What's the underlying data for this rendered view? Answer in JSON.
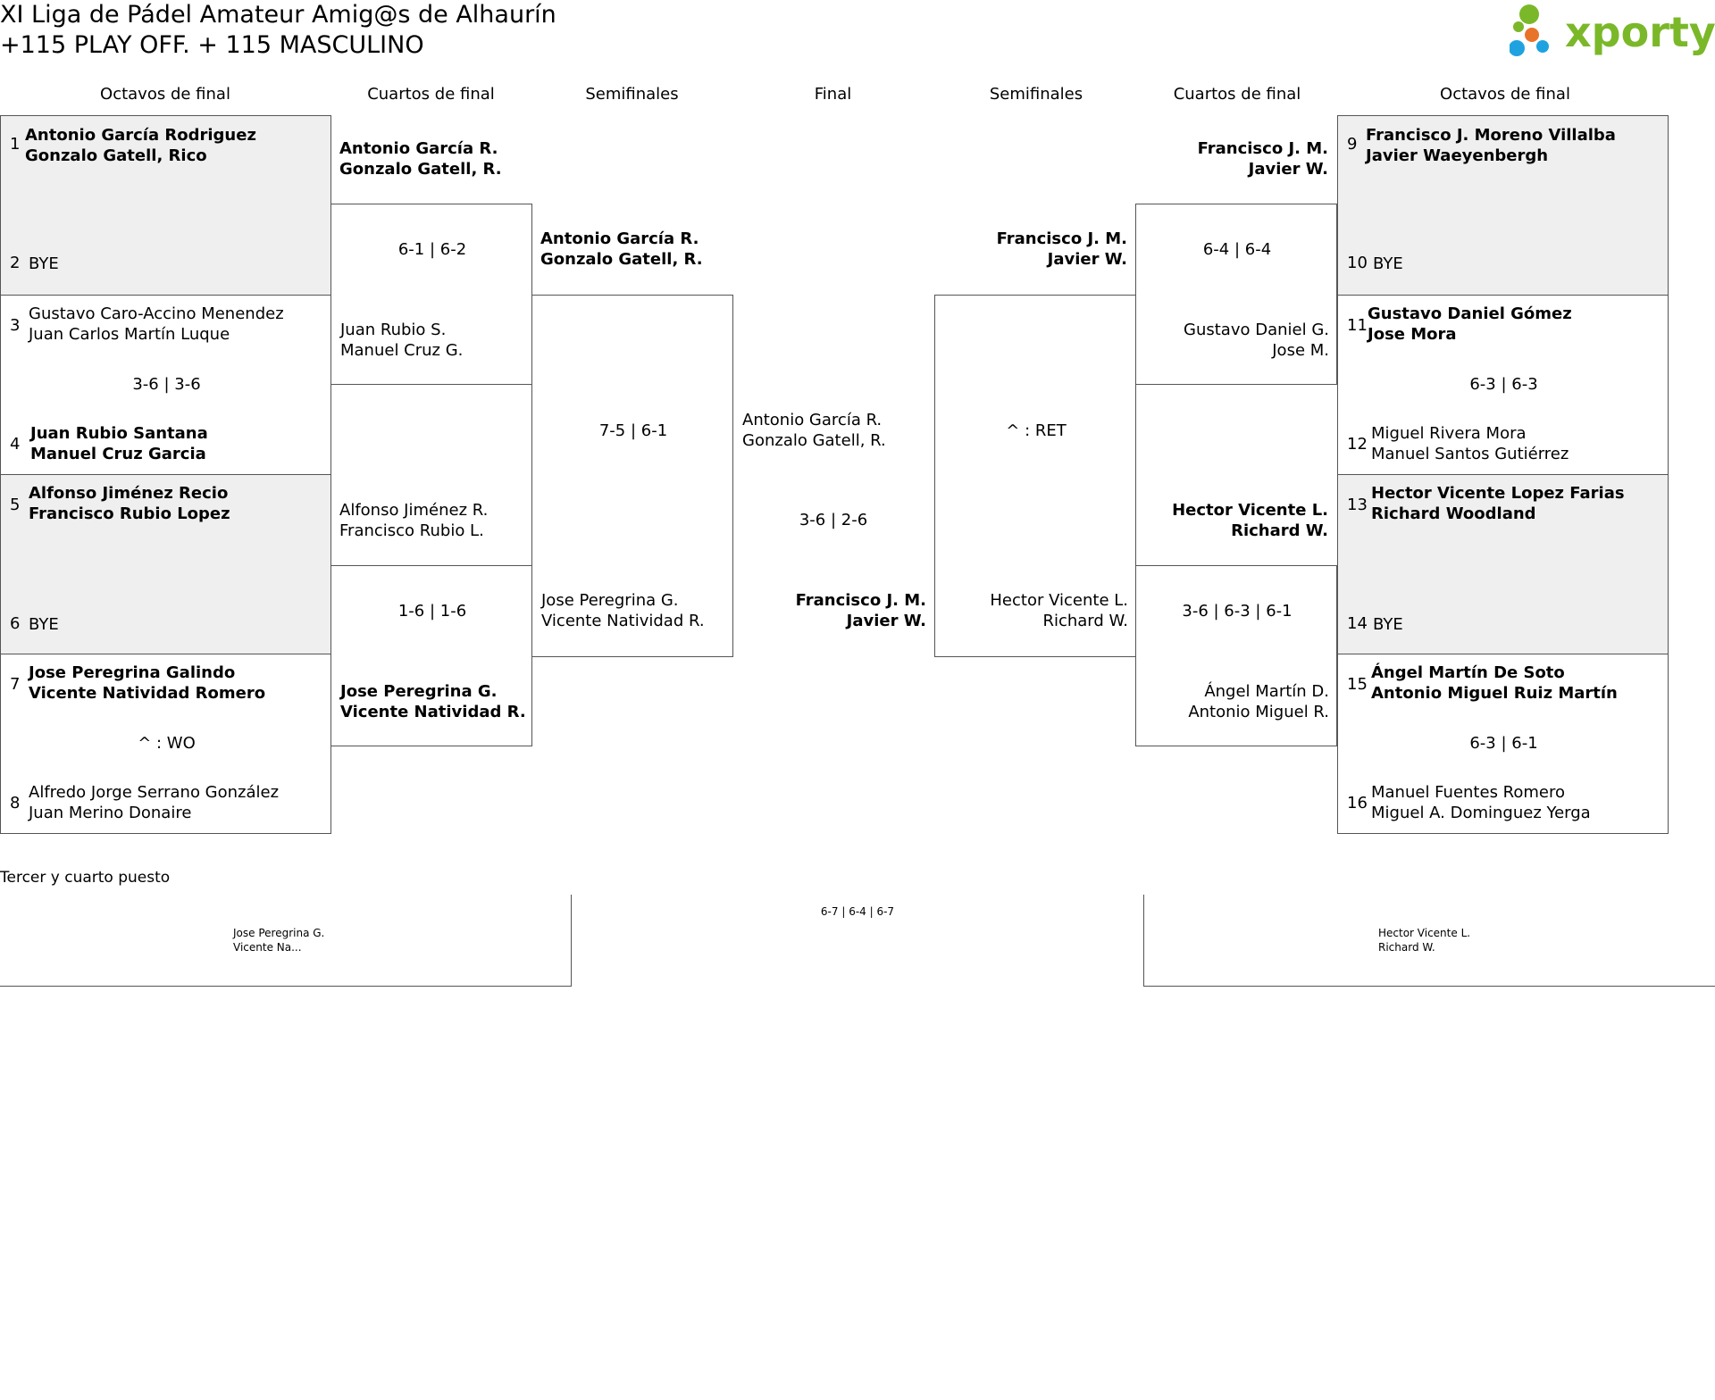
{
  "header": {
    "title_line1": "XI Liga de Pádel Amateur Amig@s de Alhaurín",
    "title_line2": "+115 PLAY OFF. + 115 MASCULINO",
    "logo_text": "xporty"
  },
  "rounds": {
    "left_r16": "Octavos de final",
    "left_qf": "Cuartos de final",
    "left_sf": "Semifinales",
    "final": "Final",
    "right_sf": "Semifinales",
    "right_qf": "Cuartos de final",
    "right_r16": "Octavos de final"
  },
  "r16_left": [
    {
      "seed_a": "1",
      "a1": "Antonio García Rodriguez",
      "a2": "Gonzalo Gatell, Rico",
      "seed_b": "2",
      "b1": "BYE",
      "b2": "",
      "score": ""
    },
    {
      "seed_a": "3",
      "a1": "Gustavo Caro-Accino Menendez",
      "a2": "Juan Carlos Martín Luque",
      "seed_b": "4",
      "b1": "Juan Rubio Santana",
      "b2": "Manuel Cruz Garcia",
      "score": "3-6 | 3-6"
    },
    {
      "seed_a": "5",
      "a1": "Alfonso Jiménez Recio",
      "a2": "Francisco Rubio Lopez",
      "seed_b": "6",
      "b1": "BYE",
      "b2": "",
      "score": ""
    },
    {
      "seed_a": "7",
      "a1": "Jose Peregrina Galindo",
      "a2": "Vicente Natividad Romero",
      "seed_b": "8",
      "b1": "Alfredo Jorge Serrano González",
      "b2": "Juan Merino Donaire",
      "score": "^ : WO"
    }
  ],
  "r16_right": [
    {
      "seed_a": "9",
      "a1": "Francisco J. Moreno Villalba",
      "a2": "Javier Waeyenbergh",
      "seed_b": "10",
      "b1": "BYE",
      "b2": "",
      "score": ""
    },
    {
      "seed_a": "11",
      "a1": "Gustavo Daniel Gómez",
      "a2": "Jose Mora",
      "seed_b": "12",
      "b1": "Miguel Rivera Mora",
      "b2": "Manuel Santos Gutiérrez",
      "score": "6-3 | 6-3"
    },
    {
      "seed_a": "13",
      "a1": "Hector Vicente Lopez Farias",
      "a2": "Richard Woodland",
      "seed_b": "14",
      "b1": "BYE",
      "b2": "",
      "score": ""
    },
    {
      "seed_a": "15",
      "a1": "Ángel Martín De Soto",
      "a2": "Antonio Miguel Ruiz Martín",
      "seed_b": "16",
      "b1": "Manuel Fuentes Romero",
      "b2": "Miguel A. Dominguez Yerga",
      "score": "6-3 | 6-1"
    }
  ],
  "qf_left": [
    {
      "a1": "Antonio García R.",
      "a2": "Gonzalo Gatell, R.",
      "b1": "Juan Rubio S.",
      "b2": "Manuel Cruz G.",
      "score": "6-1 | 6-2"
    },
    {
      "a1": "Alfonso Jiménez R.",
      "a2": "Francisco Rubio L.",
      "b1": "Jose Peregrina G.",
      "b2": "Vicente Natividad R.",
      "score": "1-6 | 1-6"
    }
  ],
  "qf_right": [
    {
      "a1": "Francisco J. M.",
      "a2": "Javier W.",
      "b1": "Gustavo Daniel G.",
      "b2": "Jose M.",
      "score": "6-4 | 6-4"
    },
    {
      "a1": "Hector Vicente L.",
      "a2": "Richard W.",
      "b1": "Ángel Martín D.",
      "b2": "Antonio Miguel R.",
      "score": "3-6 | 6-3 | 6-1"
    }
  ],
  "sf_left": {
    "a1": "Antonio García R.",
    "a2": "Gonzalo Gatell, R.",
    "b1": "Jose Peregrina G.",
    "b2": "Vicente Natividad R.",
    "score": "7-5 | 6-1"
  },
  "sf_right": {
    "a1": "Francisco J. M.",
    "a2": "Javier W.",
    "b1": "Hector Vicente L.",
    "b2": "Richard W.",
    "score": "^ : RET"
  },
  "final": {
    "a1": "Antonio García R.",
    "a2": "Gonzalo Gatell, R.",
    "b1": "Francisco J. M.",
    "b2": "Javier W.",
    "score": "3-6 | 2-6"
  },
  "third_place": {
    "title": "Tercer y cuarto puesto",
    "a1": "Jose Peregrina G.",
    "a2": "Vicente Na...",
    "b1": "Hector Vicente L.",
    "b2": "Richard W.",
    "score": "6-7 | 6-4 | 6-7"
  }
}
